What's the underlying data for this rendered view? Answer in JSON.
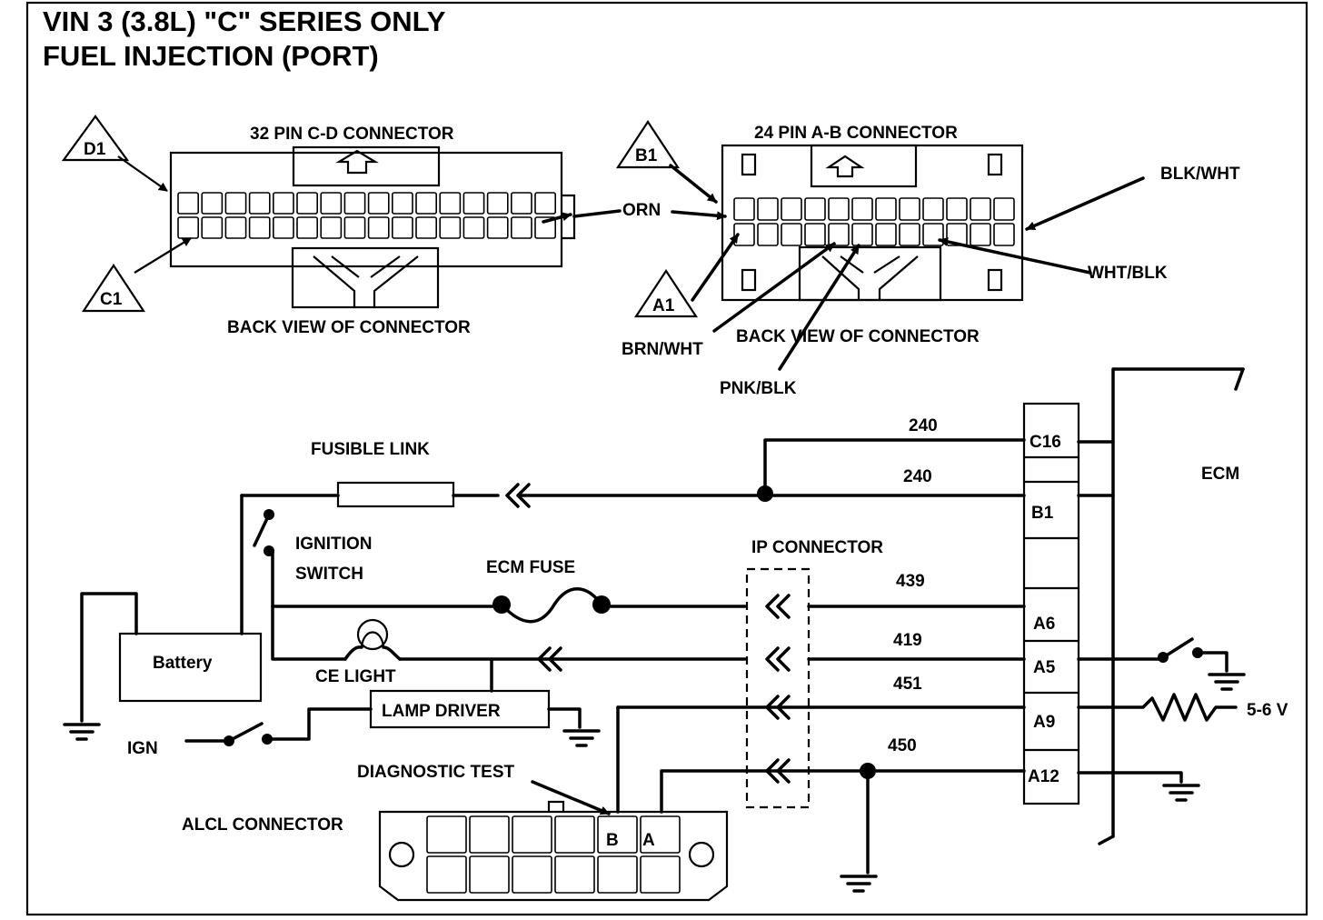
{
  "title": {
    "line1": "VIN 3 (3.8L) \"C\" SERIES ONLY",
    "line2": "FUEL INJECTION (PORT)"
  },
  "connector_cd": {
    "title": "32 PIN C-D  CONNECTOR",
    "caption": "BACK VIEW OF CONNECTOR",
    "marker_top": "D1",
    "marker_bottom": "C1"
  },
  "connector_ab": {
    "title": "24 PIN A-B  CONNECTOR",
    "caption": "BACK VIEW OF CONNECTOR",
    "marker_top": "B1",
    "marker_bottom": "A1",
    "wire_colors": [
      "ORN",
      "BLK/WHT",
      "WHT/BLK",
      "BRN/WHT",
      "PNK/BLK"
    ]
  },
  "circuit": {
    "fusible_link": "FUSIBLE LINK",
    "ignition_switch": [
      "IGNITION",
      "SWITCH"
    ],
    "ecm_fuse": "ECM FUSE",
    "ip_connector": "IP CONNECTOR",
    "ce_light": "CE LIGHT",
    "battery": "Battery",
    "lamp_driver": "LAMP DRIVER",
    "ign": "IGN",
    "diagnostic_test": "DIAGNOSTIC TEST",
    "alcl_connector": "ALCL CONNECTOR",
    "alcl_pins": [
      "B",
      "A"
    ],
    "ecm": "ECM",
    "ecm_voltage": "5-6 V",
    "wire_numbers": [
      "240",
      "240",
      "439",
      "419",
      "451",
      "450"
    ],
    "ecm_pins": [
      "C16",
      "B1",
      "A6",
      "A5",
      "A9",
      "A12"
    ]
  }
}
